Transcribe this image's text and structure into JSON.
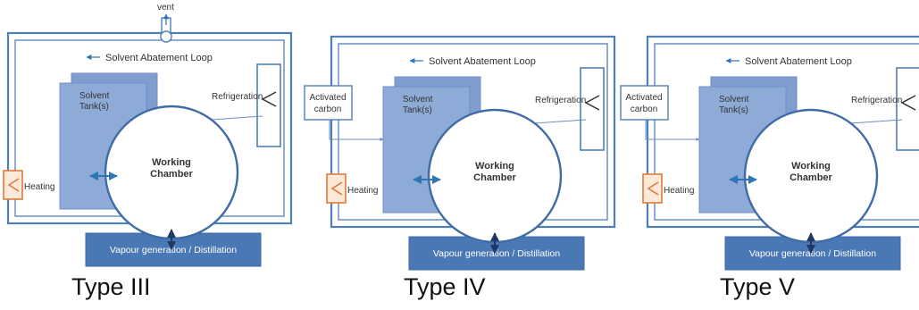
{
  "colors": {
    "loop_blue": "#4f7fb8",
    "tank_fill": "#8eaad6",
    "tank_back": "#7f9dcf",
    "base_fill": "#4a78b5",
    "arrow_dark": "#1f3864",
    "arrow_mid": "#2e75b6",
    "heater": "#e07b39",
    "heater_fill": "#fde9d9",
    "text": "#333333"
  },
  "icons": [
    "refrigeration-coil-icon",
    "heater-coil-icon",
    "vent-valve-icon",
    "double-arrow-icon"
  ],
  "labels": {
    "vent": "vent",
    "loop": "Solvent Abatement Loop",
    "tank_line1": "Solvent",
    "tank_line2": "Tank(s)",
    "refrigeration": "Refrigeration",
    "chamber_line1": "Working",
    "chamber_line2": "Chamber",
    "heating": "Heating",
    "base": "Vapour generation / Distillation",
    "carbon_line1": "Activated",
    "carbon_line2": "carbon"
  },
  "panels": [
    {
      "caption": "Type III",
      "has_vent": true,
      "has_carbon": false
    },
    {
      "caption": "Type IV",
      "has_vent": false,
      "has_carbon": true
    },
    {
      "caption": "Type V",
      "has_vent": false,
      "has_carbon": true
    }
  ]
}
